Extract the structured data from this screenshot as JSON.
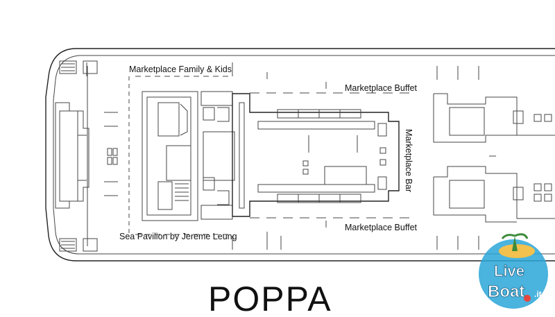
{
  "labels": {
    "family_kids": "Marketplace Family & Kids",
    "buffet_top": "Marketplace Buffet",
    "marketplace_bar": "Marketplace Bar",
    "buffet_bottom": "Marketplace Buffet",
    "sea_pavilion": "Sea Pavilion by Jereme Leung"
  },
  "section_title": "POPPA",
  "watermark": {
    "line1": "Live",
    "line2": "Boat",
    "suffix": ".it",
    "colors": {
      "sea": "#2aa6d8",
      "island": "#f2c14e",
      "text": "#ffffff",
      "accent": "#e8453c"
    }
  }
}
